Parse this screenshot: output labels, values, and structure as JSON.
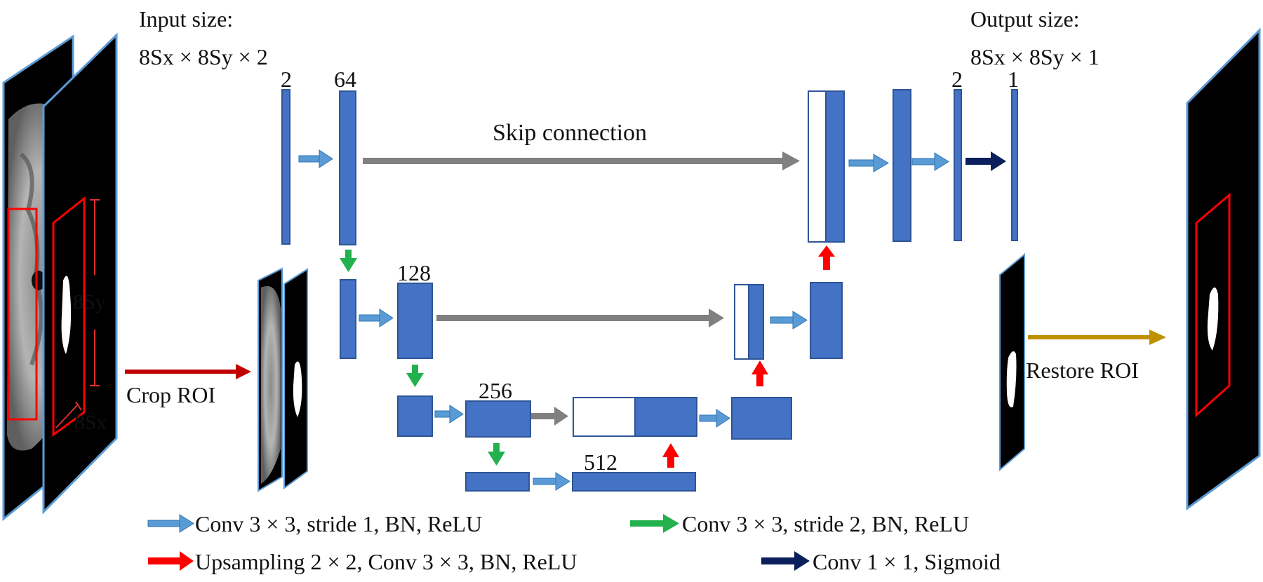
{
  "labels": {
    "input_size_title": "Input size:",
    "input_size_value": "8Sx × 8Sy × 2",
    "output_size_title": "Output size:",
    "output_size_value": "8Sx × 8Sy × 1",
    "skip_connection": "Skip connection",
    "crop_roi": "Crop ROI",
    "restore_roi": "Restore ROI",
    "dim_8sy": "8Sy",
    "dim_8sx": "8Sx"
  },
  "channels": {
    "input": "2",
    "level1": "64",
    "level2": "128",
    "level3": "256",
    "level4": "512",
    "dec_penultimate": "2",
    "output": "1"
  },
  "legend": {
    "conv_stride1": "Conv 3 × 3, stride 1, BN, ReLU",
    "conv_stride2": "Conv 3 × 3, stride 2, BN, ReLU",
    "upsampling": "Upsampling 2 × 2, Conv 3 × 3, BN, ReLU",
    "conv_1x1": "Conv 1 × 1, Sigmoid"
  },
  "colors": {
    "block_fill": "#4472C4",
    "block_stroke": "#2F5597",
    "arrow_conv_stride1": "#5B9BD5",
    "arrow_conv_stride2": "#22B14C",
    "arrow_upsampling": "#FF0000",
    "arrow_conv_1x1": "#0B1F5C",
    "arrow_skip": "#808080",
    "arrow_crop": "#C00000",
    "arrow_restore": "#BF9000",
    "roi_box": "#FF0000",
    "image_frame": "#5B9BD5"
  }
}
